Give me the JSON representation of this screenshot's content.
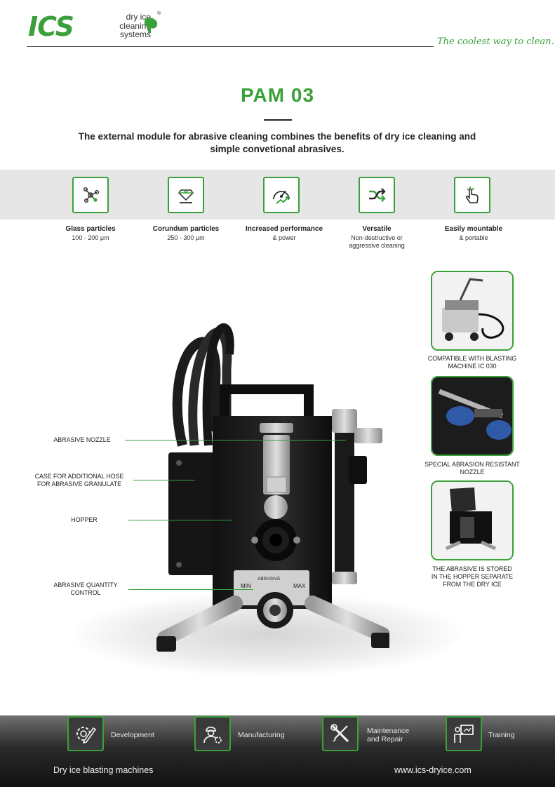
{
  "header": {
    "logo_text": "ICS",
    "logo_sub": [
      "dry ice",
      "cleaning",
      "systems"
    ],
    "logo_reg": "®",
    "tagline": "The coolest way to clean..."
  },
  "title": "PAM 03",
  "intro": "The external module for abrasive cleaning combines the benefits of dry ice cleaning and simple convetional abrasives.",
  "features": [
    {
      "icon": "molecule-icon",
      "label": "Glass particles",
      "sub": "100 - 200  μm"
    },
    {
      "icon": "diamond-icon",
      "label": "Corundum particles",
      "sub": "250 - 300 μm"
    },
    {
      "icon": "gauge-icon",
      "label": "Increased performance",
      "sub": "& power"
    },
    {
      "icon": "shuffle-icon",
      "label": "Versatile",
      "sub": "Non-destructive or aggressive cleaning"
    },
    {
      "icon": "hand-pointer-icon",
      "label": "Easily mountable",
      "sub": "& portable"
    }
  ],
  "callouts": {
    "nozzle": "ABRASIVE NOZZLE",
    "case": [
      "CASE FOR ADDITIONAL HOSE",
      "FOR ABRASIVE GRANULATE"
    ],
    "hopper": "HOPPER",
    "quantity": [
      "ABRASIVE QUANTITY",
      "CONTROL"
    ]
  },
  "dial": {
    "min": "MIN",
    "max": "MAX",
    "label": "ABRASIVE"
  },
  "photos": [
    {
      "caption": [
        "COMPATIBLE WITH BLASTING",
        "MACHINE IC 030"
      ]
    },
    {
      "caption": [
        "SPECIAL ABRASION RESISTANT",
        "NOZZLE"
      ]
    },
    {
      "caption": [
        "THE ABRASIVE IS STORED",
        "IN THE HOPPER SEPARATE",
        "FROM THE DRY ICE"
      ]
    }
  ],
  "footer": {
    "services": [
      {
        "icon": "gear-pencil-icon",
        "label": "Development"
      },
      {
        "icon": "worker-gear-icon",
        "label": "Manufacturing"
      },
      {
        "icon": "wrench-screwdriver-icon",
        "label": "Maintenance and Repair"
      },
      {
        "icon": "presenter-board-icon",
        "label": "Training"
      }
    ],
    "left": "Dry ice blasting machines",
    "right": "www.ics-dryice.com"
  },
  "colors": {
    "accent": "#3aa13a",
    "band": "#e6e6e6",
    "dark": "#1e1e1e"
  }
}
